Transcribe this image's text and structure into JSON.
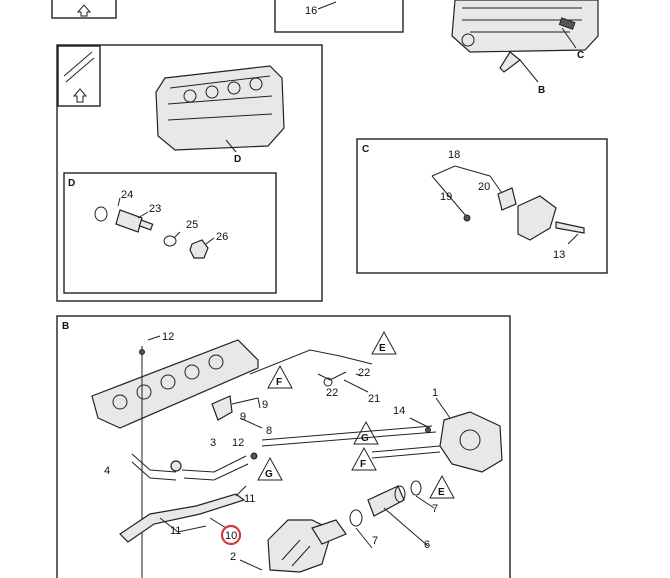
{
  "view_labels": {
    "c": "C",
    "b_main": "B",
    "d": "D",
    "c_box": "C",
    "d_box": "D",
    "b_box": "B"
  },
  "callouts": {
    "n16": "16",
    "n24": "24",
    "n23": "23",
    "n25": "25",
    "n26": "26",
    "n18": "18",
    "n20": "20",
    "n19": "19",
    "n13": "13",
    "n12a": "12",
    "n22a": "22",
    "n22b": "22",
    "n21": "21",
    "n9a": "9",
    "n9b": "9",
    "n8": "8",
    "n14": "14",
    "n1": "1",
    "n3": "3",
    "n12b": "12",
    "n4": "4",
    "n11a": "11",
    "n11b": "11",
    "n10": "10",
    "n7a": "7",
    "n7b": "7",
    "n6": "6",
    "n2": "2"
  },
  "triangle_flags": {
    "e1": "E",
    "f1": "F",
    "g1": "G",
    "g2": "G",
    "f2": "F",
    "e2": "E"
  },
  "colors": {
    "highlight": "#d23b46"
  }
}
